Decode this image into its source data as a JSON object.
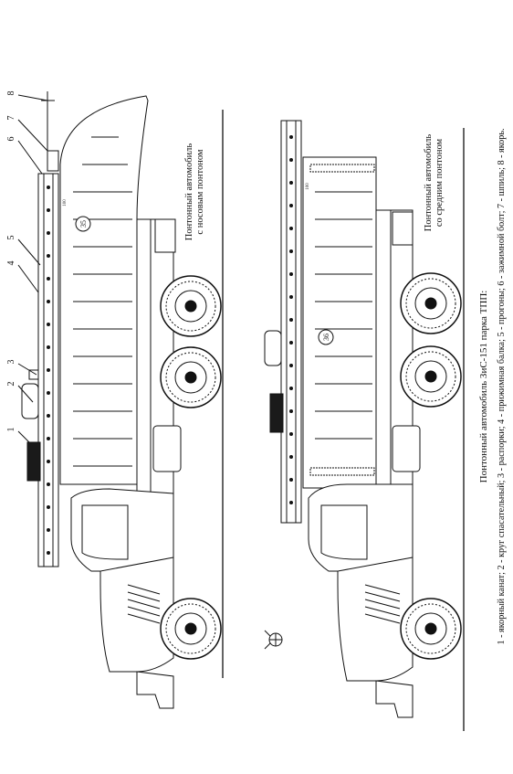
{
  "figure": {
    "caption_title": "Понтонный автомобиль ЗиС-151 парка ТПП:",
    "legend_line": "1 - якорный канат; 2 - круг спасательный; 3 - распорки; 4 - прижимная балка; 5 - прогоны; 6 - зажимной болт; 7 - шпиль; 8 - якорь.",
    "top_vehicle": {
      "label_line1": "Понтонный автомобиль",
      "label_line2": "с носовым понтоном",
      "pontoon_number": "35",
      "scale_mark": "100",
      "callouts": [
        "1",
        "2",
        "3",
        "4",
        "5",
        "6",
        "7",
        "8"
      ]
    },
    "bottom_vehicle": {
      "label_line1": "Понтонный автомобиль",
      "label_line2": "со средним понтоном",
      "pontoon_number": "36",
      "scale_mark": "100"
    }
  },
  "colors": {
    "line": "#111111",
    "fill": "#ffffff",
    "dark": "#1a1a1a"
  }
}
